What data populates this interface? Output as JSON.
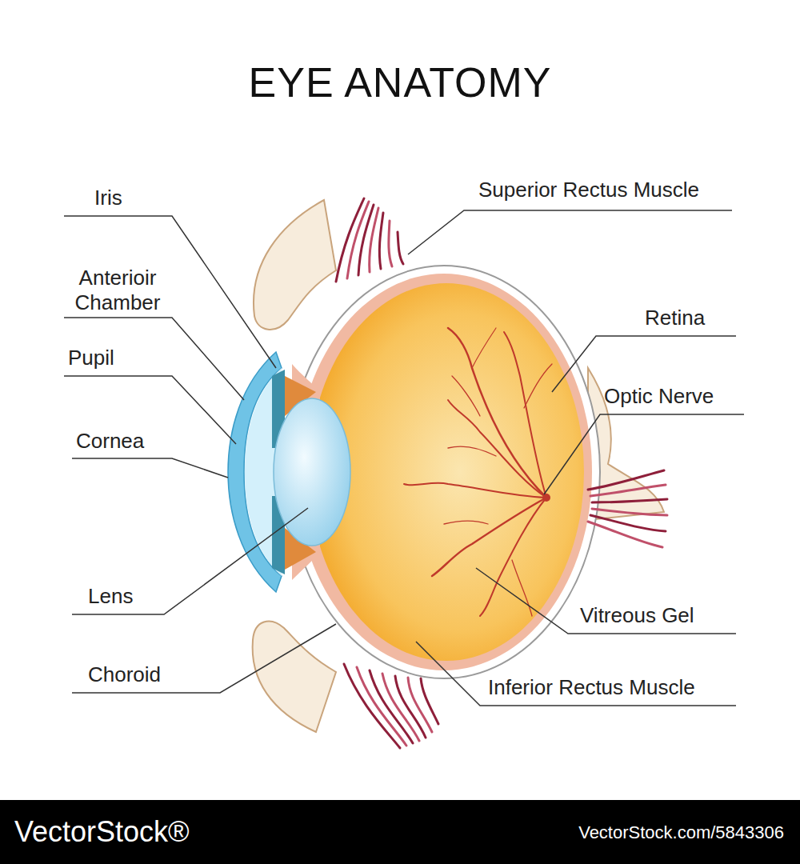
{
  "diagram": {
    "title": "EYE ANATOMY",
    "labels": [
      "Iris",
      "Anterioir Chamber",
      "Pupil",
      "Cornea",
      "Lens",
      "Choroid",
      "Superior Rectus Muscle",
      "Retina",
      "Optic Nerve",
      "Vitreous Gel",
      "Inferior Rectus Muscle",
      "VectorStock®",
      "VectorStock.com/5843306"
    ]
  }
}
